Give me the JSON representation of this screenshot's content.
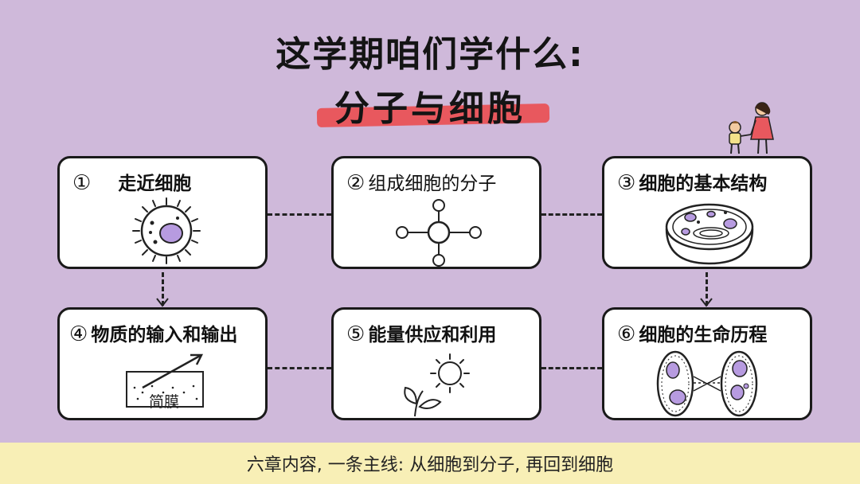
{
  "title": {
    "line1": "这学期咱们学什么:",
    "line2": "分子与细胞"
  },
  "cards": [
    {
      "num": "①",
      "label": "走近细胞"
    },
    {
      "num": "②",
      "label": "组成细胞的分子"
    },
    {
      "num": "③",
      "label": "细胞的基本结构"
    },
    {
      "num": "④",
      "label": "物质的输入和输出"
    },
    {
      "num": "⑤",
      "label": "能量供应和利用"
    },
    {
      "num": "⑥",
      "label": "细胞的生命历程"
    }
  ],
  "membrane_label": "简膜",
  "footer": {
    "text": "六章内容, 一条主线: 从细胞到分子, 再回到细胞"
  },
  "colors": {
    "background": "#cfb9da",
    "highlight": "#e8585e",
    "footer_bg": "#f8efb6",
    "cell_purple": "#b79be0"
  }
}
